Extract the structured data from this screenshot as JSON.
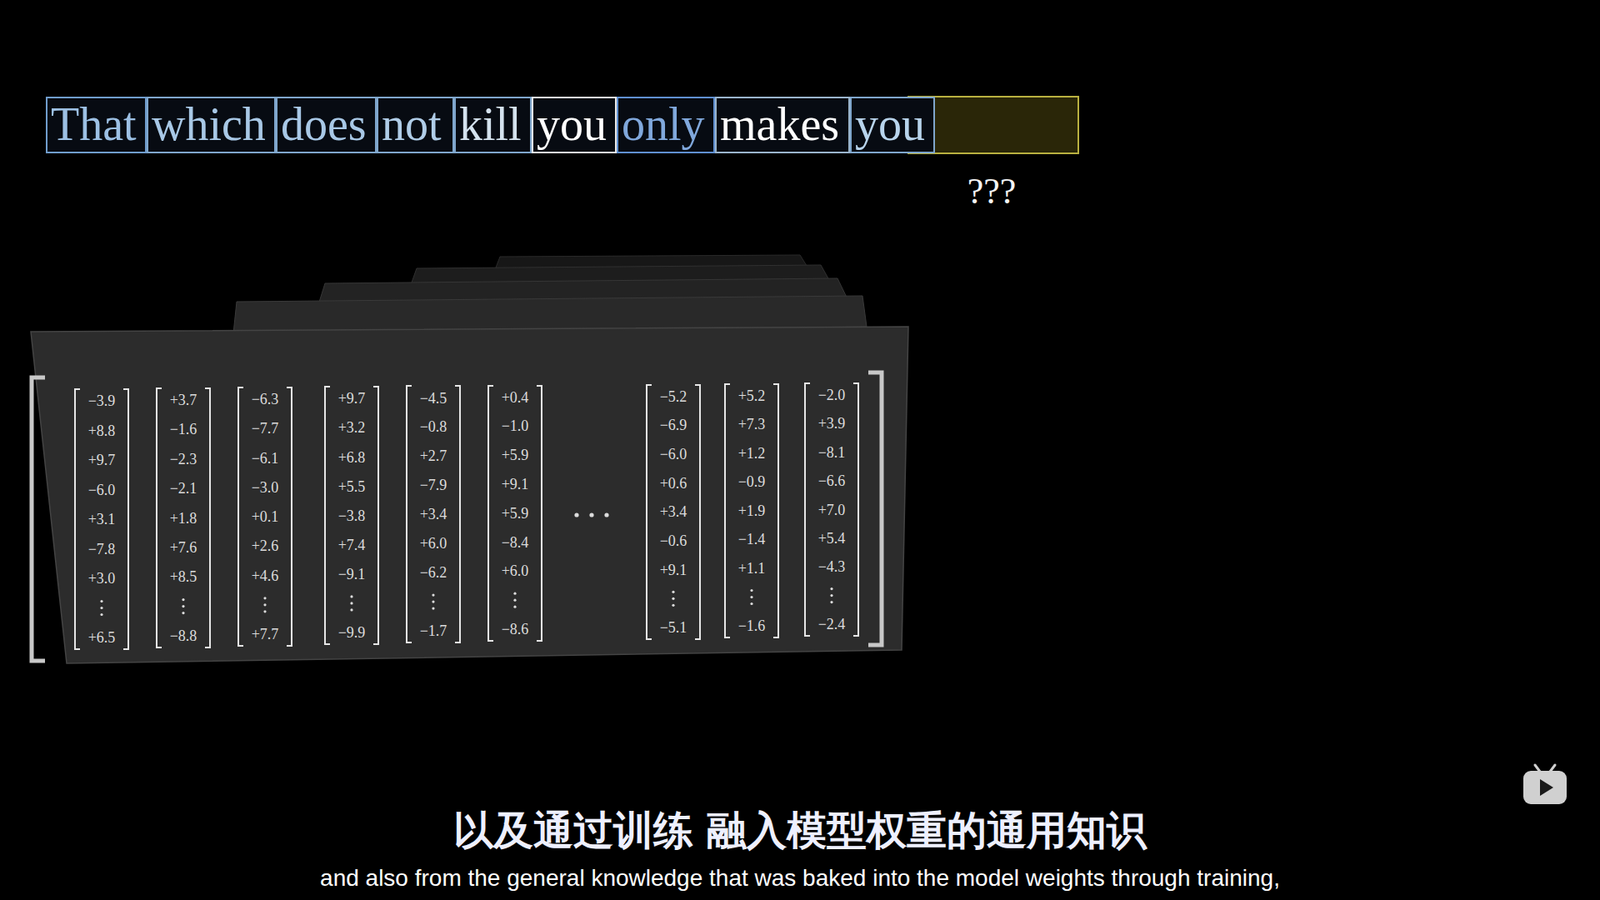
{
  "diagram": {
    "nodes": [
      {
        "text": [
          "That"
        ]
      },
      {
        "text": [
          "which"
        ]
      },
      {
        "text": [
          "does"
        ]
      },
      {
        "text": [
          "not"
        ]
      },
      {
        "text": [
          "kill"
        ]
      },
      {
        "text": [
          "you"
        ]
      },
      {
        "text": [
          "only"
        ]
      },
      {
        "text": [
          "makes"
        ]
      },
      {
        "text": [
          "you"
        ]
      }
    ],
    "labels": [
      "???",
      "−3.9",
      "+8.8",
      "+9.7",
      "−6.0",
      "+3.1",
      "−7.8",
      "+3.0",
      "+6.5",
      "+3.7",
      "−1.6",
      "−2.3",
      "−2.1",
      "+1.8",
      "+7.6",
      "+8.5",
      "−8.8",
      "−6.3",
      "−7.7",
      "−6.1",
      "−3.0",
      "+0.1",
      "+2.6",
      "+4.6",
      "+7.7",
      "+9.7",
      "+3.2",
      "+6.8",
      "+5.5",
      "−3.8",
      "+7.4",
      "−9.1",
      "−9.9",
      "−4.5",
      "−0.8",
      "+2.7",
      "−7.9",
      "+3.4",
      "+6.0",
      "−6.2",
      "−1.7",
      "+0.4",
      "−1.0",
      "+5.9",
      "+9.1",
      "+5.9",
      "−8.4",
      "+6.0",
      "−8.6",
      "−5.2",
      "−6.9",
      "−6.0",
      "+0.6",
      "+3.4",
      "−0.6",
      "+9.1",
      "−5.1",
      "+5.2",
      "+7.3",
      "+1.2",
      "−0.9",
      "+1.9",
      "−1.4",
      "+1.1",
      "−1.6",
      "−2.0",
      "+3.9",
      "−8.1",
      "−6.6",
      "+7.0",
      "+5.4",
      "−4.3",
      "−2.4",
      "以及通过训练  融入模型权重的通用知识",
      "and also from the general knowledge that was baked into the model weights through training,"
    ]
  }
}
